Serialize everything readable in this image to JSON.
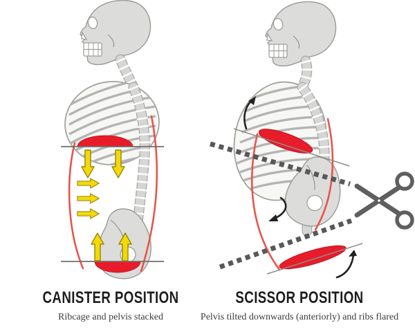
{
  "figures": {
    "canister": {
      "title": "CANISTER POSITION",
      "subtitle": "Ribcage and pelvis stacked"
    },
    "scissor": {
      "title": "SCISSOR POSITION",
      "subtitle": "Pelvis tilted downwards (anteriorly) and ribs flared"
    }
  },
  "icons": {
    "scissors": "✂"
  },
  "colors": {
    "skeleton_fill": "#dcdcda",
    "skeleton_outline": "#9e9e9c",
    "rib_stroke": "#b4b4b2",
    "highlight_red": "#e81c2a",
    "curve_red": "#e8544c",
    "arrow_yellow": "#f4d90a",
    "arrow_yellow_outline": "#95850a",
    "arrow_black": "#222222",
    "line_gray": "#6e6e6c",
    "dotted_gray": "#58585a",
    "scissors_gray": "#5f5f5f",
    "title_color": "#1d1d1d",
    "subtitle_color": "#3c3c3c"
  }
}
